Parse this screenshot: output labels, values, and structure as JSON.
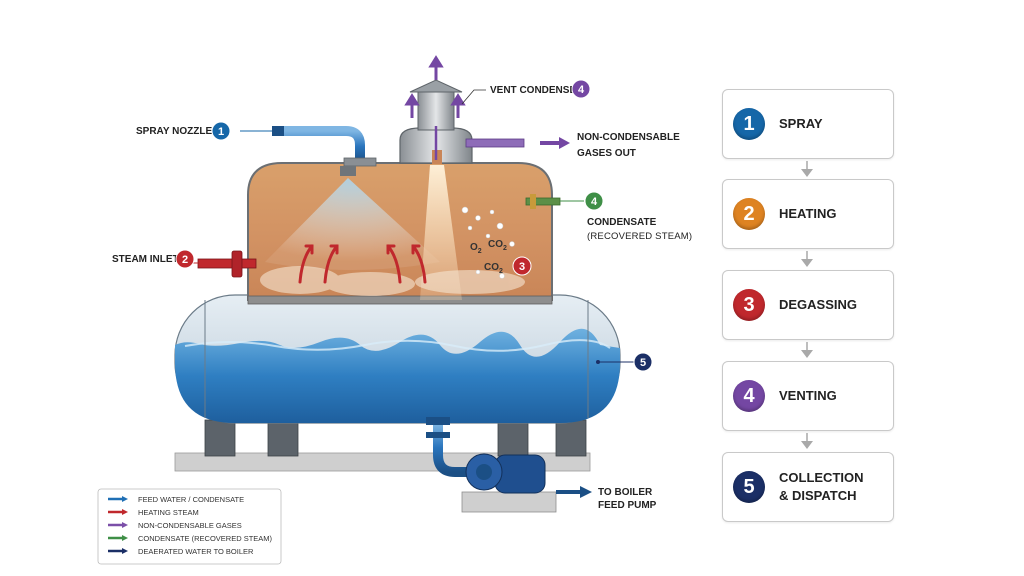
{
  "labels": {
    "spray_nozzles": "SPRAY NOZZLES",
    "vent_condenser": "VENT CONDENSER",
    "noncond_line1": "NON-CONDENSABLE",
    "noncond_line2": "GASES OUT",
    "condensate_line1": "CONDENSATE",
    "condensate_line2": "(RECOVERED STEAM)",
    "steam_inlet": "STEAM INLET",
    "to_boiler_line1": "TO BOILER",
    "to_boiler_line2": "FEED PUMP",
    "o2": "O",
    "o2_sub": "2",
    "co2_a": "CO",
    "co2_a_sub": "2",
    "co2_b": "CO",
    "co2_b_sub": "2"
  },
  "badges": {
    "spray": "1",
    "steam": "2",
    "degassing": "3",
    "vent": "4",
    "condensate": "4",
    "collection": "5"
  },
  "legend": [
    {
      "label": "FEED WATER / CONDENSATE",
      "color": "#1f6fb5"
    },
    {
      "label": "HEATING STEAM",
      "color": "#c0282d"
    },
    {
      "label": "NON-CONDENSABLE GASES",
      "color": "#7b4fa8"
    },
    {
      "label": "CONDENSATE (RECOVERED STEAM)",
      "color": "#3f8f47"
    },
    {
      "label": "DEAERATED WATER TO BOILER",
      "color": "#1b2f66"
    }
  ],
  "steps": [
    {
      "number": "1",
      "label": "SPRAY",
      "color": "#1667a8"
    },
    {
      "number": "2",
      "label": "HEATING",
      "color": "#de8322"
    },
    {
      "number": "3",
      "label": "DEGASSING",
      "color": "#c0282d"
    },
    {
      "number": "4",
      "label": "VENTING",
      "color": "#7447a3"
    },
    {
      "number": "5",
      "label": "COLLECTION\n& DISPATCH",
      "color": "#1b2f66"
    }
  ],
  "colors": {
    "spray": "#1667a8",
    "steam": "#c0282d",
    "degassing": "#c0282d",
    "vent": "#7447a3",
    "condensate": "#3f8f47",
    "collection": "#1b2f66"
  }
}
